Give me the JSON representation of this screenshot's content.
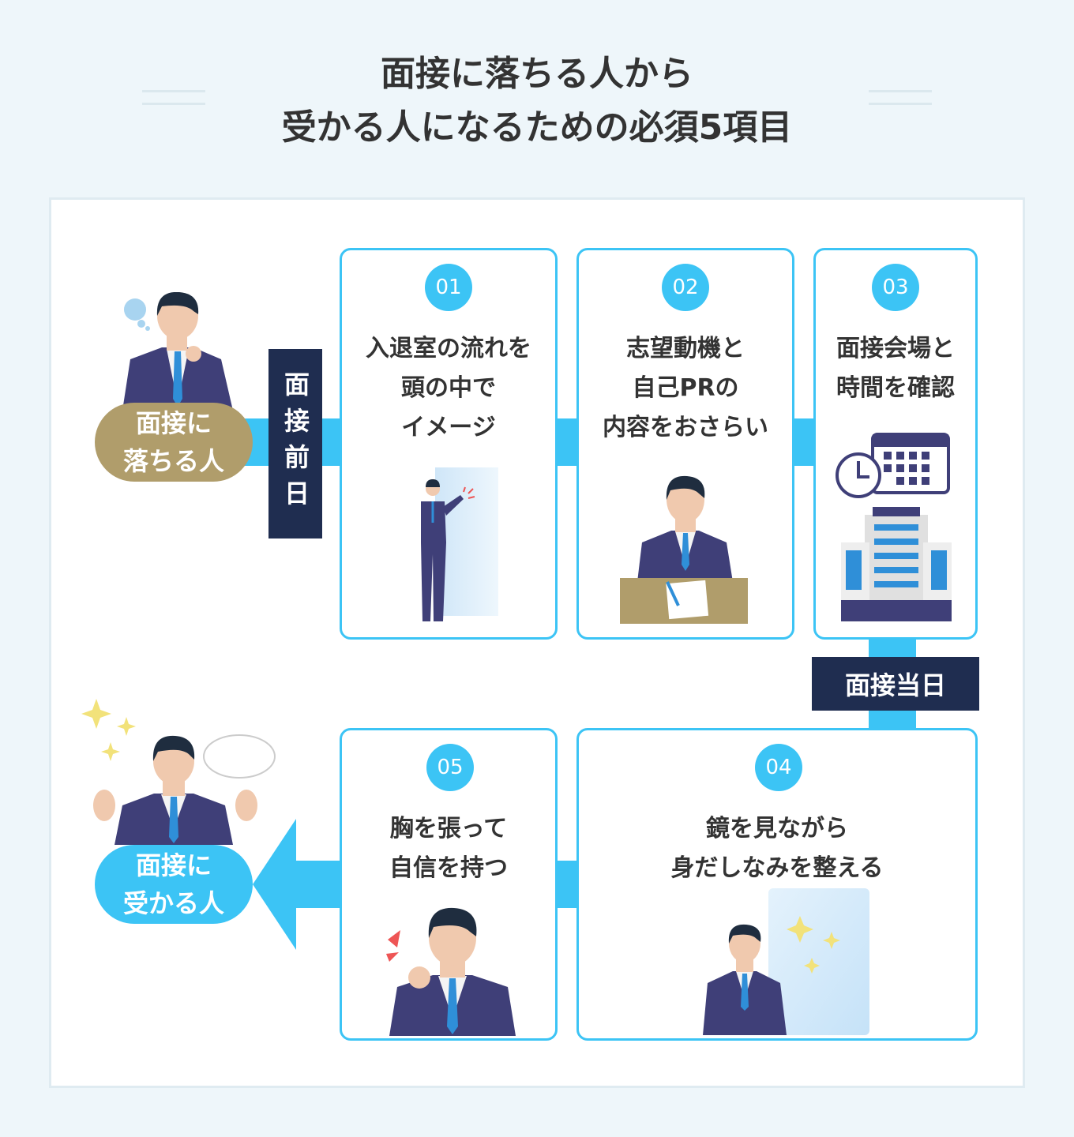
{
  "title": {
    "line1": "面接に落ちる人から",
    "line2": "受かる人になるための必須5項目"
  },
  "labels": {
    "before_day": "面接前日",
    "day_of": "面接当日"
  },
  "people": {
    "fail": {
      "line1": "面接に",
      "line2": "落ちる人"
    },
    "pass": {
      "line1": "面接に",
      "line2": "受かる人"
    }
  },
  "steps": [
    {
      "num": "01",
      "lines": [
        "入退室の流れを",
        "頭の中で",
        "イメージ"
      ]
    },
    {
      "num": "02",
      "lines": [
        "志望動機と",
        "自己PRの",
        "内容をおさらい"
      ]
    },
    {
      "num": "03",
      "lines": [
        "面接会場と",
        "時間を確認"
      ]
    },
    {
      "num": "04",
      "lines": [
        "鏡を見ながら",
        "身だしなみを整える"
      ]
    },
    {
      "num": "05",
      "lines": [
        "胸を張って",
        "自信を持つ"
      ]
    }
  ],
  "colors": {
    "accent": "#3cc4f5",
    "navy": "#1f2d50",
    "gold": "#b09d6b",
    "suit": "#3f3f78"
  }
}
